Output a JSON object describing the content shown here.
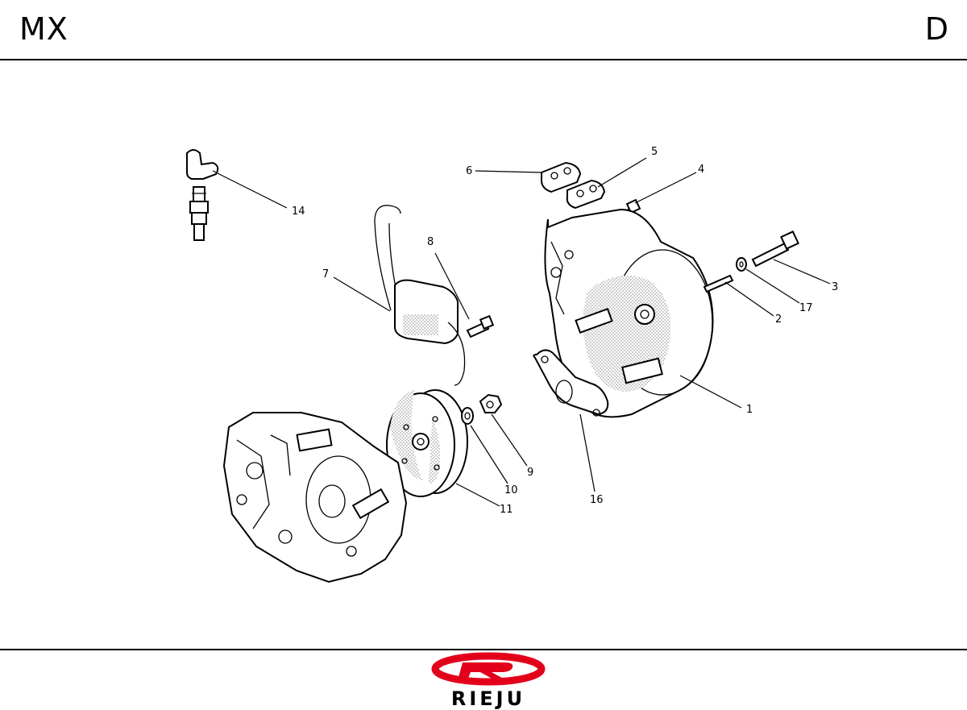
{
  "header": {
    "model": "MX",
    "section": "D"
  },
  "brand": {
    "name": "RIEJU",
    "logo_color": "#e3001b"
  },
  "callouts": [
    {
      "id": "cl-1",
      "text": "1"
    },
    {
      "id": "cl-2",
      "text": "2"
    },
    {
      "id": "cl-3",
      "text": "3"
    },
    {
      "id": "cl-4",
      "text": "4"
    },
    {
      "id": "cl-5",
      "text": "5"
    },
    {
      "id": "cl-6",
      "text": "6"
    },
    {
      "id": "cl-7",
      "text": "7"
    },
    {
      "id": "cl-8",
      "text": "8"
    },
    {
      "id": "cl-9",
      "text": "9"
    },
    {
      "id": "cl-10",
      "text": "10"
    },
    {
      "id": "cl-11",
      "text": "11"
    },
    {
      "id": "cl-14",
      "text": "14"
    },
    {
      "id": "cl-16",
      "text": "16"
    },
    {
      "id": "cl-17",
      "text": "17"
    }
  ]
}
